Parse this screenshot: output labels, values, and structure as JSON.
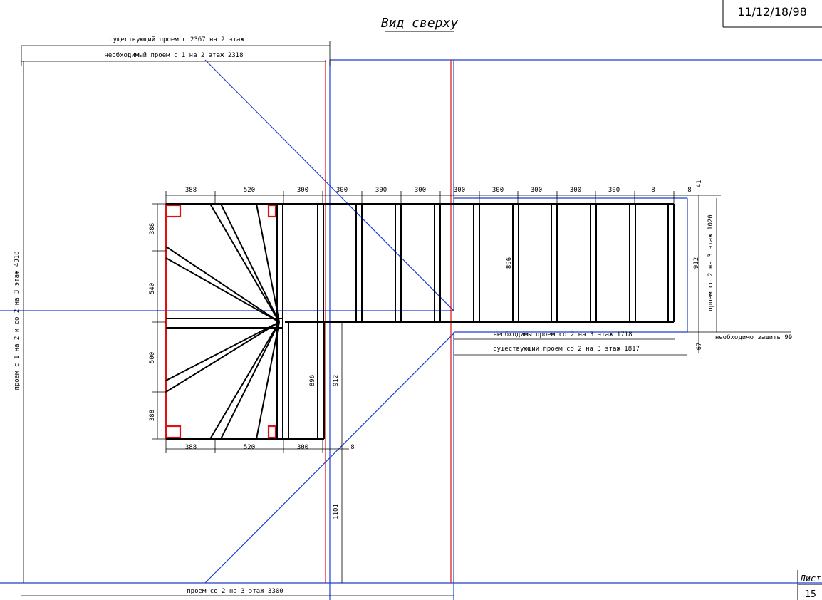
{
  "drawing": {
    "title": "Вид сверху",
    "code": "11/12/18/98",
    "sheet_label": "Лист",
    "sheet_number": "15"
  },
  "labels": {
    "existing_1_2": "существующий проем  с 2367 на 2 этаж",
    "needed_1_2": "необходимый проем с 1 на 2 этаж 2318",
    "opening_vertical": "проем с 1 на 2 и со 2 на 3 этаж 4018",
    "opening_2_3_vertical": "проем со 2 на 3 этаж 1020",
    "needed_2_3": "необходимы проем со 2 на 3 этаж 1718",
    "existing_2_3": "существующий проем со 2 на 3 этаж 1817",
    "sew_up": "необходимо зашить 99",
    "opening_bottom": "проем со 2 на 3 этаж 3300"
  },
  "dims": {
    "top": [
      "388",
      "520",
      "300",
      "300",
      "300",
      "300",
      "300",
      "300",
      "300",
      "300",
      "300",
      "8",
      "41"
    ],
    "bottom": [
      "388",
      "520",
      "300",
      "8"
    ],
    "left": [
      "388",
      "540",
      "500",
      "388"
    ],
    "inner_896_top": "896",
    "inner_896_bottom": "896",
    "d912_right": "912",
    "d912_lower": "912",
    "d1101": "1101",
    "d67": "67"
  },
  "colors": {
    "blue": "#1f3fd0",
    "red": "#e01010",
    "black": "#000000"
  }
}
